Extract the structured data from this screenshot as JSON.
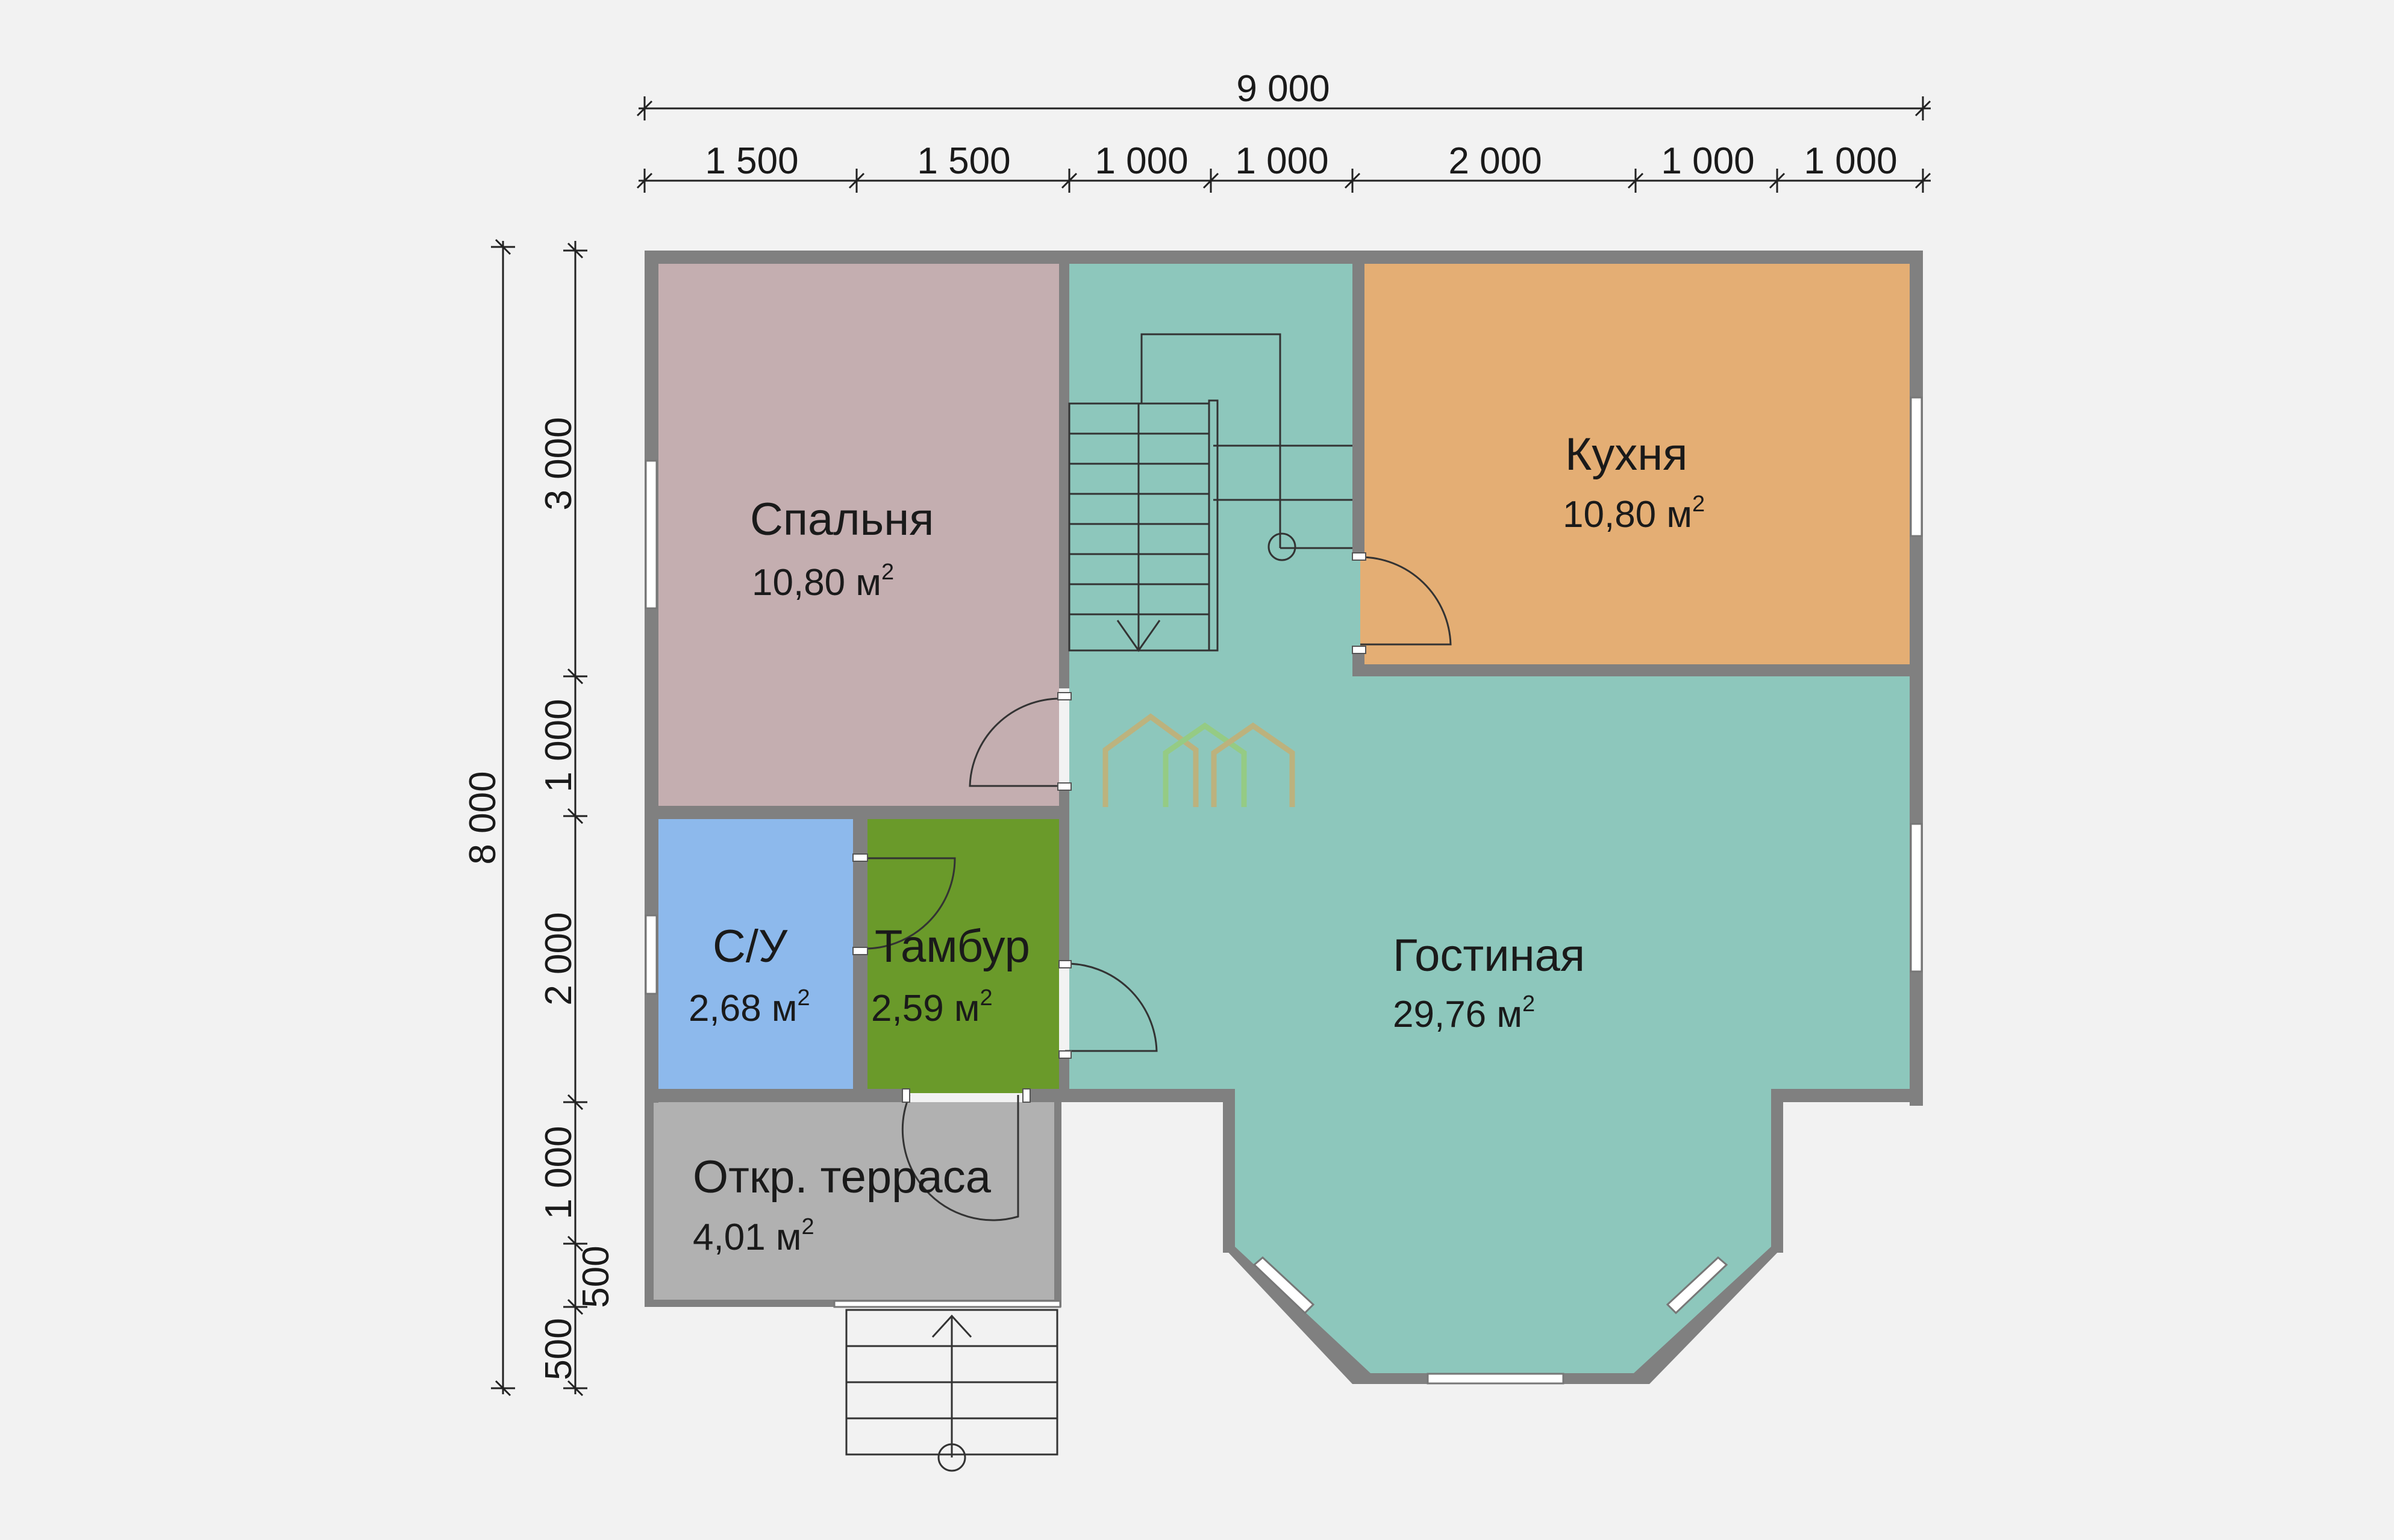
{
  "dimensions": {
    "total_width": "9 000",
    "total_depth": "8 000",
    "top_segments": [
      "1 500",
      "1 500",
      "1 000",
      "1 000",
      "2 000",
      "1 000",
      "1 000"
    ],
    "left_segments": [
      "3 000",
      "1 000",
      "2 000",
      "1 000",
      "500",
      "500"
    ]
  },
  "rooms": {
    "bedroom": {
      "name": "Спальня",
      "area": "10,80 м",
      "color": "#c4aeb0"
    },
    "kitchen": {
      "name": "Кухня",
      "area": "10,80 м",
      "color": "#e4ae74"
    },
    "living": {
      "name": "Гостиная",
      "area": "29,76 м",
      "color": "#8dc7bc"
    },
    "bathroom": {
      "name": "С/У",
      "area": "2,68 м",
      "color": "#8db9ec"
    },
    "vestibule": {
      "name": "Тамбур",
      "area": "2,59 м",
      "color": "#6a9a2a"
    },
    "terrace": {
      "name": "Откр. терраса",
      "area": "4,01 м",
      "color": "#b1b1b1"
    }
  },
  "area_unit_superscript": "2",
  "colors": {
    "wall": "#808080",
    "background": "#f2f2f2"
  }
}
